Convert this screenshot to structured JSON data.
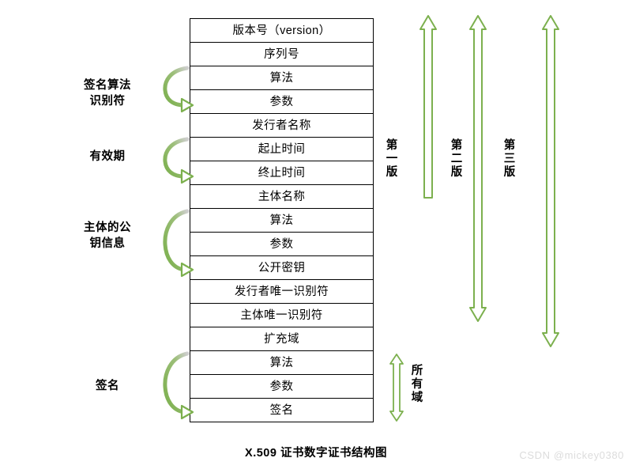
{
  "diagram": {
    "caption": "X.509 证书数字证书结构图",
    "watermark": "CSDN @mickey0380",
    "accent_color": "#7CB04E",
    "border_color": "#000000",
    "table_rows": [
      {
        "label": "版本号（version）"
      },
      {
        "label": "序列号"
      },
      {
        "label": "算法"
      },
      {
        "label": "参数"
      },
      {
        "label": "发行者名称"
      },
      {
        "label": "起止时间"
      },
      {
        "label": "终止时间"
      },
      {
        "label": "主体名称"
      },
      {
        "label": "算法"
      },
      {
        "label": "参数"
      },
      {
        "label": "公开密钥"
      },
      {
        "label": "发行者唯一识别符"
      },
      {
        "label": "主体唯一识别符"
      },
      {
        "label": "扩充域"
      },
      {
        "label": "算法"
      },
      {
        "label": "参数"
      },
      {
        "label": "签名"
      }
    ],
    "group_labels": [
      {
        "line1": "签名算法",
        "line2": "识别符"
      },
      {
        "line1": "有效期",
        "line2": ""
      },
      {
        "line1": "主体的公",
        "line2": "钥信息"
      },
      {
        "line1": "签名",
        "line2": ""
      }
    ],
    "version_arrows": [
      {
        "label": "第一版",
        "chars": [
          "第",
          "一",
          "版"
        ]
      },
      {
        "label": "第二版",
        "chars": [
          "第",
          "二",
          "版"
        ]
      },
      {
        "label": "第三版",
        "chars": [
          "第",
          "三",
          "版"
        ]
      }
    ],
    "all_fields_arrow": {
      "label": "所有域",
      "chars": [
        "所",
        "有",
        "域"
      ]
    }
  }
}
